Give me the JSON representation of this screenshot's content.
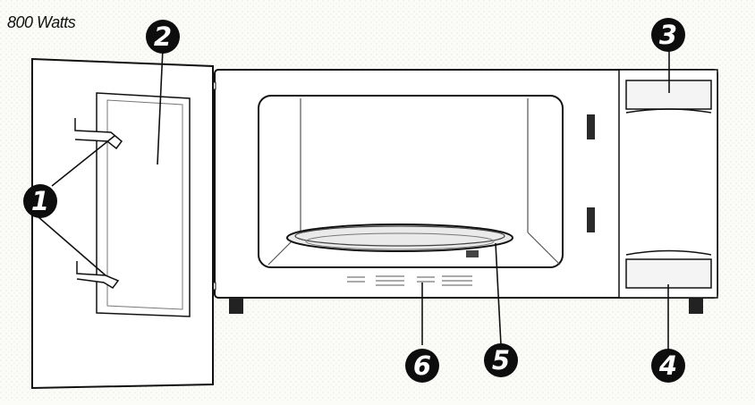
{
  "header": {
    "wattage": "800 Watts"
  },
  "callouts": [
    {
      "id": "1",
      "label": "1"
    },
    {
      "id": "2",
      "label": "2"
    },
    {
      "id": "3",
      "label": "3"
    },
    {
      "id": "4",
      "label": "4"
    },
    {
      "id": "5",
      "label": "5"
    },
    {
      "id": "6",
      "label": "6"
    }
  ],
  "colors": {
    "ink": "#111111",
    "background": "#fbfbf8",
    "callout": "#0d0d0d"
  }
}
